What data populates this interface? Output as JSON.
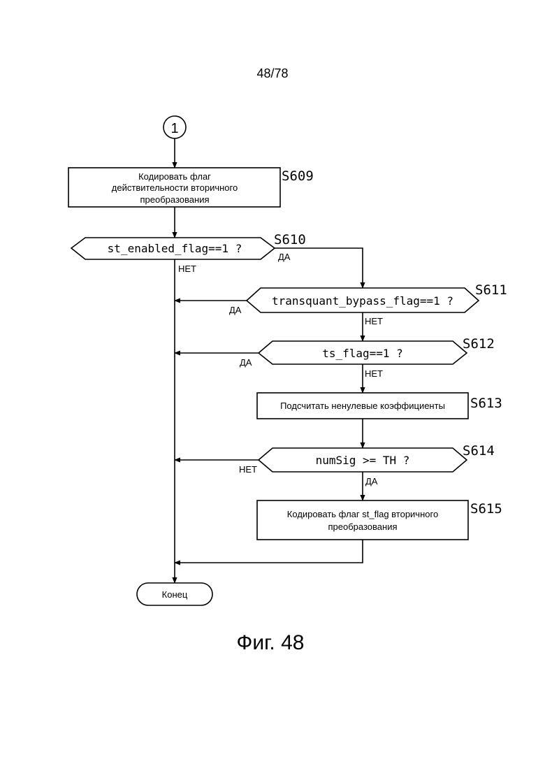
{
  "page_number": "48/78",
  "connector_label": "1",
  "steps": {
    "s609": {
      "id": "S609",
      "lines": [
        "Кодировать флаг",
        "действительности вторичного",
        "преобразования"
      ]
    },
    "s610": {
      "id": "S610",
      "text": "st_enabled_flag==1 ?",
      "yes": "ДА",
      "no": "НЕТ"
    },
    "s611": {
      "id": "S611",
      "text": "transquant_bypass_flag==1 ?",
      "yes": "ДА",
      "no": "НЕТ"
    },
    "s612": {
      "id": "S612",
      "text": "ts_flag==1 ?",
      "yes": "ДА",
      "no": "НЕТ"
    },
    "s613": {
      "id": "S613",
      "text": "Подсчитать ненулевые коэффициенты"
    },
    "s614": {
      "id": "S614",
      "text": "numSig >= TH ?",
      "yes": "ДА",
      "no": "НЕТ"
    },
    "s615": {
      "id": "S615",
      "lines": [
        "Кодировать флаг st_flag вторичного",
        "преобразования"
      ]
    }
  },
  "end_label": "Конец",
  "figure_caption": "Фиг. 48"
}
